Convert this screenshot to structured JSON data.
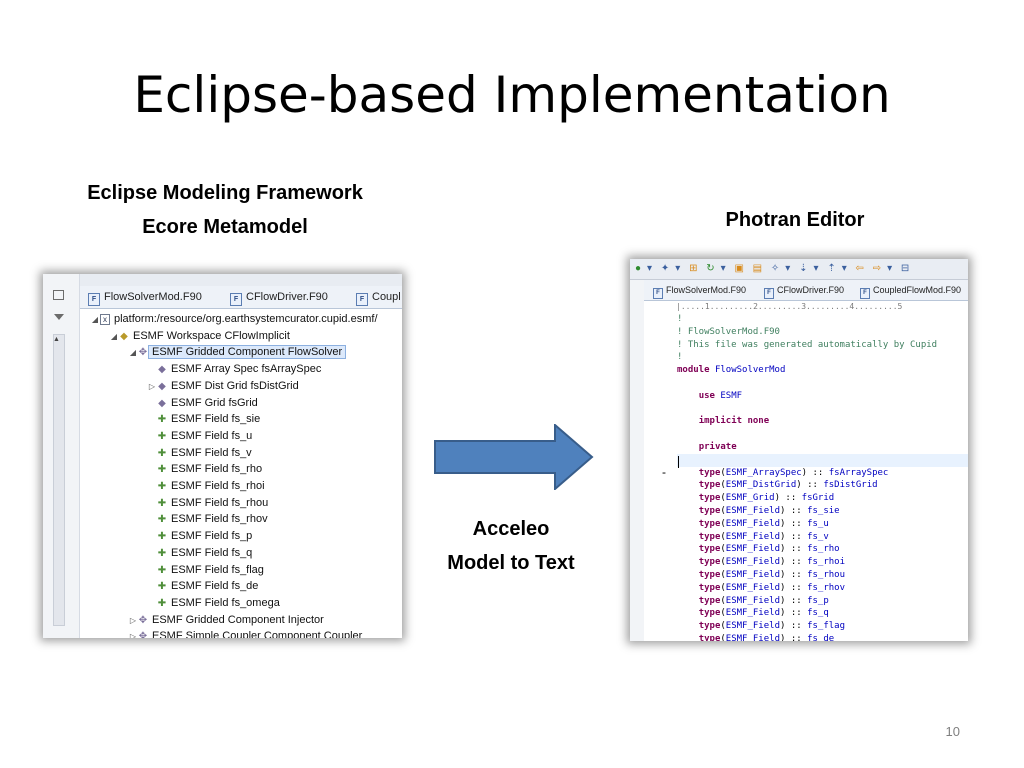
{
  "slide": {
    "title": "Eclipse-based Implementation",
    "left_caption": [
      "Eclipse Modeling Framework",
      "Ecore Metamodel"
    ],
    "right_caption": "Photran Editor",
    "arrow_caption": [
      "Acceleo",
      "Model to Text"
    ],
    "page_number": "10"
  },
  "colors": {
    "arrow_fill": "#4f81bd",
    "arrow_stroke": "#385d8a",
    "selection": "#dce9fb"
  },
  "emf_view": {
    "tabs": [
      "FlowSolverMod.F90",
      "CFlowDriver.F90",
      "Coupl"
    ],
    "tree": [
      {
        "label": "platform:/resource/org.earthsystemcurator.cupid.esmf/",
        "depth": 0,
        "expander": "expanded",
        "icon": "resource-file-icon"
      },
      {
        "label": "ESMF Workspace CFlowImplicit",
        "depth": 1,
        "expander": "expanded",
        "icon": "workspace-node-icon"
      },
      {
        "label": "ESMF Gridded Component FlowSolver",
        "depth": 2,
        "expander": "expanded",
        "icon": "component-node-icon",
        "selected": true
      },
      {
        "label": "ESMF Array Spec fsArraySpec",
        "depth": 3,
        "expander": "none",
        "icon": "node-icon"
      },
      {
        "label": "ESMF Dist Grid fsDistGrid",
        "depth": 3,
        "expander": "collapsed",
        "icon": "node-icon"
      },
      {
        "label": "ESMF Grid fsGrid",
        "depth": 3,
        "expander": "none",
        "icon": "node-icon"
      },
      {
        "label": "ESMF Field fs_sie",
        "depth": 3,
        "expander": "none",
        "icon": "field-node-icon"
      },
      {
        "label": "ESMF Field fs_u",
        "depth": 3,
        "expander": "none",
        "icon": "field-node-icon"
      },
      {
        "label": "ESMF Field fs_v",
        "depth": 3,
        "expander": "none",
        "icon": "field-node-icon"
      },
      {
        "label": "ESMF Field fs_rho",
        "depth": 3,
        "expander": "none",
        "icon": "field-node-icon"
      },
      {
        "label": "ESMF Field fs_rhoi",
        "depth": 3,
        "expander": "none",
        "icon": "field-node-icon"
      },
      {
        "label": "ESMF Field fs_rhou",
        "depth": 3,
        "expander": "none",
        "icon": "field-node-icon"
      },
      {
        "label": "ESMF Field fs_rhov",
        "depth": 3,
        "expander": "none",
        "icon": "field-node-icon"
      },
      {
        "label": "ESMF Field fs_p",
        "depth": 3,
        "expander": "none",
        "icon": "field-node-icon"
      },
      {
        "label": "ESMF Field fs_q",
        "depth": 3,
        "expander": "none",
        "icon": "field-node-icon"
      },
      {
        "label": "ESMF Field fs_flag",
        "depth": 3,
        "expander": "none",
        "icon": "field-node-icon"
      },
      {
        "label": "ESMF Field fs_de",
        "depth": 3,
        "expander": "none",
        "icon": "field-node-icon"
      },
      {
        "label": "ESMF Field fs_omega",
        "depth": 3,
        "expander": "none",
        "icon": "field-node-icon"
      },
      {
        "label": "ESMF Gridded Component Injector",
        "depth": 2,
        "expander": "collapsed",
        "icon": "component-node-icon"
      },
      {
        "label": "ESMF Simple Coupler Component Coupler",
        "depth": 2,
        "expander": "collapsed",
        "icon": "component-node-icon"
      }
    ]
  },
  "photran_editor": {
    "tabs": [
      "FlowSolverMod.F90",
      "CFlowDriver.F90",
      "CoupledFlowMod.F90"
    ],
    "ruler": "|.....1.........2.........3.........4.........5",
    "code_lines": [
      [
        {
          "t": "!",
          "c": "com"
        }
      ],
      [
        {
          "t": "! FlowSolverMod.F90",
          "c": "com"
        }
      ],
      [
        {
          "t": "! This file was generated automatically by Cupid",
          "c": "com"
        }
      ],
      [
        {
          "t": "!",
          "c": "com"
        }
      ],
      [
        {
          "t": "module",
          "c": "kw"
        },
        {
          "t": " ",
          "c": "pl"
        },
        {
          "t": "FlowSolverMod",
          "c": "id"
        }
      ],
      [],
      [
        {
          "t": "    ",
          "c": "pl"
        },
        {
          "t": "use",
          "c": "kw"
        },
        {
          "t": " ",
          "c": "pl"
        },
        {
          "t": "ESMF",
          "c": "id"
        }
      ],
      [],
      [
        {
          "t": "    ",
          "c": "pl"
        },
        {
          "t": "implicit none",
          "c": "kw"
        }
      ],
      [],
      [
        {
          "t": "    ",
          "c": "pl"
        },
        {
          "t": "private",
          "c": "kw"
        }
      ],
      [],
      [
        {
          "t": "    ",
          "c": "pl"
        },
        {
          "t": "type",
          "c": "kw"
        },
        {
          "t": "(",
          "c": "pl"
        },
        {
          "t": "ESMF_ArraySpec",
          "c": "id"
        },
        {
          "t": ") :: ",
          "c": "pl"
        },
        {
          "t": "fsArraySpec",
          "c": "id"
        }
      ],
      [
        {
          "t": "    ",
          "c": "pl"
        },
        {
          "t": "type",
          "c": "kw"
        },
        {
          "t": "(",
          "c": "pl"
        },
        {
          "t": "ESMF_DistGrid",
          "c": "id"
        },
        {
          "t": ") :: ",
          "c": "pl"
        },
        {
          "t": "fsDistGrid",
          "c": "id"
        }
      ],
      [
        {
          "t": "    ",
          "c": "pl"
        },
        {
          "t": "type",
          "c": "kw"
        },
        {
          "t": "(",
          "c": "pl"
        },
        {
          "t": "ESMF_Grid",
          "c": "id"
        },
        {
          "t": ") :: ",
          "c": "pl"
        },
        {
          "t": "fsGrid",
          "c": "id"
        }
      ],
      [
        {
          "t": "    ",
          "c": "pl"
        },
        {
          "t": "type",
          "c": "kw"
        },
        {
          "t": "(",
          "c": "pl"
        },
        {
          "t": "ESMF_Field",
          "c": "id"
        },
        {
          "t": ") :: ",
          "c": "pl"
        },
        {
          "t": "fs_sie",
          "c": "id"
        }
      ],
      [
        {
          "t": "    ",
          "c": "pl"
        },
        {
          "t": "type",
          "c": "kw"
        },
        {
          "t": "(",
          "c": "pl"
        },
        {
          "t": "ESMF_Field",
          "c": "id"
        },
        {
          "t": ") :: ",
          "c": "pl"
        },
        {
          "t": "fs_u",
          "c": "id"
        }
      ],
      [
        {
          "t": "    ",
          "c": "pl"
        },
        {
          "t": "type",
          "c": "kw"
        },
        {
          "t": "(",
          "c": "pl"
        },
        {
          "t": "ESMF_Field",
          "c": "id"
        },
        {
          "t": ") :: ",
          "c": "pl"
        },
        {
          "t": "fs_v",
          "c": "id"
        }
      ],
      [
        {
          "t": "    ",
          "c": "pl"
        },
        {
          "t": "type",
          "c": "kw"
        },
        {
          "t": "(",
          "c": "pl"
        },
        {
          "t": "ESMF_Field",
          "c": "id"
        },
        {
          "t": ") :: ",
          "c": "pl"
        },
        {
          "t": "fs_rho",
          "c": "id"
        }
      ],
      [
        {
          "t": "    ",
          "c": "pl"
        },
        {
          "t": "type",
          "c": "kw"
        },
        {
          "t": "(",
          "c": "pl"
        },
        {
          "t": "ESMF_Field",
          "c": "id"
        },
        {
          "t": ") :: ",
          "c": "pl"
        },
        {
          "t": "fs_rhoi",
          "c": "id"
        }
      ],
      [
        {
          "t": "    ",
          "c": "pl"
        },
        {
          "t": "type",
          "c": "kw"
        },
        {
          "t": "(",
          "c": "pl"
        },
        {
          "t": "ESMF_Field",
          "c": "id"
        },
        {
          "t": ") :: ",
          "c": "pl"
        },
        {
          "t": "fs_rhou",
          "c": "id"
        }
      ],
      [
        {
          "t": "    ",
          "c": "pl"
        },
        {
          "t": "type",
          "c": "kw"
        },
        {
          "t": "(",
          "c": "pl"
        },
        {
          "t": "ESMF_Field",
          "c": "id"
        },
        {
          "t": ") :: ",
          "c": "pl"
        },
        {
          "t": "fs_rhov",
          "c": "id"
        }
      ],
      [
        {
          "t": "    ",
          "c": "pl"
        },
        {
          "t": "type",
          "c": "kw"
        },
        {
          "t": "(",
          "c": "pl"
        },
        {
          "t": "ESMF_Field",
          "c": "id"
        },
        {
          "t": ") :: ",
          "c": "pl"
        },
        {
          "t": "fs_p",
          "c": "id"
        }
      ],
      [
        {
          "t": "    ",
          "c": "pl"
        },
        {
          "t": "type",
          "c": "kw"
        },
        {
          "t": "(",
          "c": "pl"
        },
        {
          "t": "ESMF_Field",
          "c": "id"
        },
        {
          "t": ") :: ",
          "c": "pl"
        },
        {
          "t": "fs_q",
          "c": "id"
        }
      ],
      [
        {
          "t": "    ",
          "c": "pl"
        },
        {
          "t": "type",
          "c": "kw"
        },
        {
          "t": "(",
          "c": "pl"
        },
        {
          "t": "ESMF_Field",
          "c": "id"
        },
        {
          "t": ") :: ",
          "c": "pl"
        },
        {
          "t": "fs_flag",
          "c": "id"
        }
      ],
      [
        {
          "t": "    ",
          "c": "pl"
        },
        {
          "t": "type",
          "c": "kw"
        },
        {
          "t": "(",
          "c": "pl"
        },
        {
          "t": "ESMF_Field",
          "c": "id"
        },
        {
          "t": ") :: ",
          "c": "pl"
        },
        {
          "t": "fs_de",
          "c": "id"
        }
      ]
    ]
  }
}
